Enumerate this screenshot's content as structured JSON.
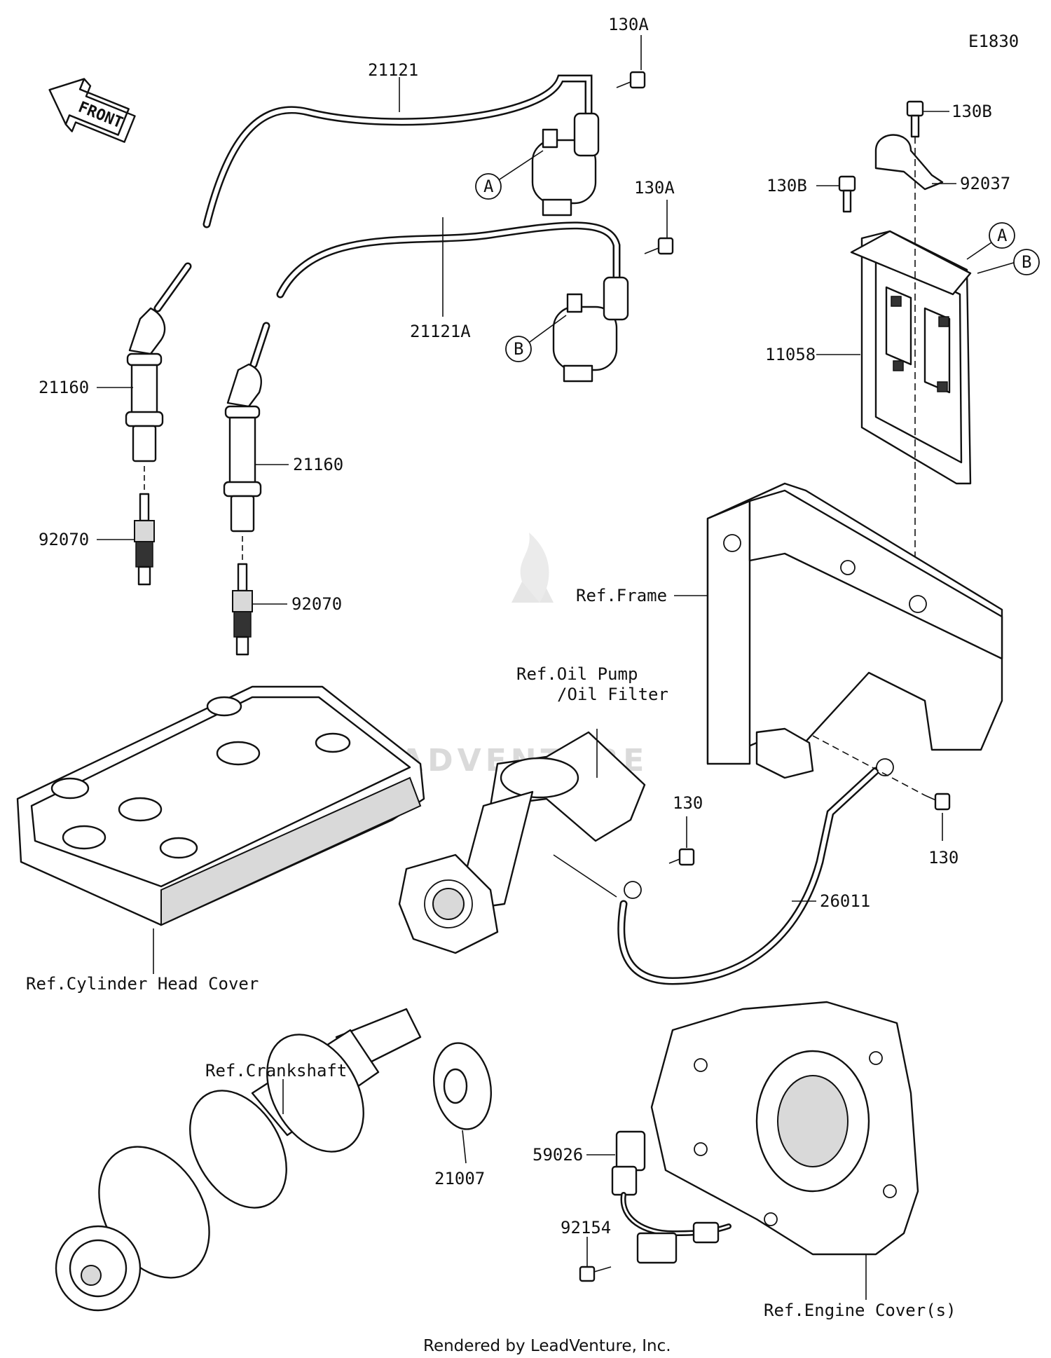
{
  "diagram_code": "E1830",
  "front_label": "FRONT",
  "watermark": "LEADVENTURE",
  "parts": {
    "p130A_top": "130A",
    "p21121": "21121",
    "p130A_mid": "130A",
    "p21121A": "21121A",
    "p21160_left": "21160",
    "p21160_right": "21160",
    "p92070_left": "92070",
    "p92070_right": "92070",
    "p130B_top": "130B",
    "p130B_left": "130B",
    "p92037": "92037",
    "p11058": "11058",
    "p130_mid": "130",
    "p130_right": "130",
    "p26011": "26011",
    "p21007": "21007",
    "p59026": "59026",
    "p92154": "92154"
  },
  "callouts": {
    "coil_a": "A",
    "coil_b": "B",
    "bracket_a": "A",
    "bracket_b": "B"
  },
  "references": {
    "frame": "Ref.Frame",
    "oil_pump_line1": "Ref.Oil Pump",
    "oil_pump_line2": "/Oil Filter",
    "cylinder_head_cover": "Ref.Cylinder Head Cover",
    "crankshaft": "Ref.Crankshaft",
    "engine_cover": "Ref.Engine Cover(s)"
  },
  "credit": "Rendered by LeadVenture, Inc."
}
